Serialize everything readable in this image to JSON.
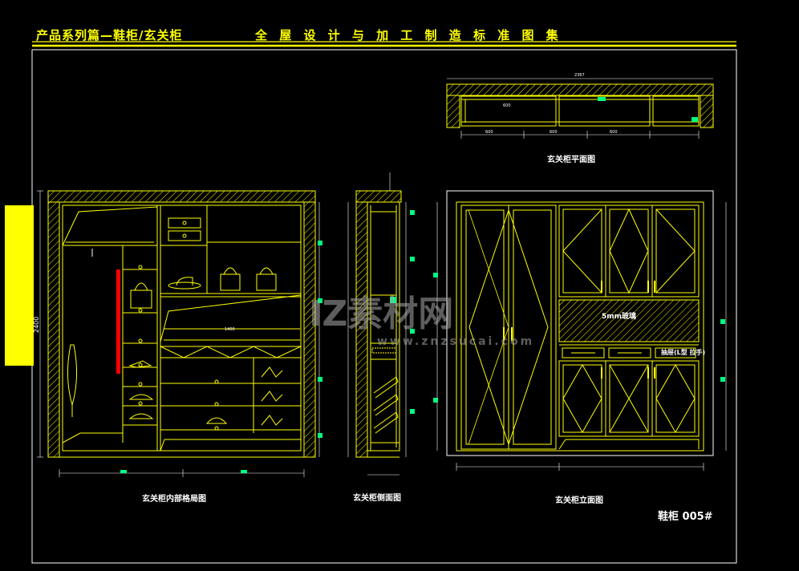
{
  "header": {
    "left_title": "产品系列篇—鞋柜/玄关柜",
    "center_title": "全 屋 设 计 与 加 工 制 造 标 准 图 集"
  },
  "drawings": {
    "plan": {
      "caption": "玄关柜平面图",
      "dims": [
        "2367",
        "600",
        "600",
        "600",
        "600"
      ]
    },
    "interior": {
      "caption": "玄关柜内部格局图",
      "height": "2400",
      "width_dim": "1400"
    },
    "section": {
      "caption": "玄关柜侧面图"
    },
    "elevation": {
      "caption": "玄关柜立面图",
      "glass_label": "5mm玻璃",
      "drawer_label": "抽屉(L型\n拉手)"
    }
  },
  "drawing_code": "鞋柜 005#",
  "watermark": {
    "text": "IZ素材网",
    "sub": "www.znzsucai.com"
  },
  "colors": {
    "background": "#000000",
    "frame": "#ffff00",
    "hatch": "#ffff00",
    "text": "#ffffff",
    "accent_bar": "#ffff00",
    "red_rod": "#ff0000",
    "dim_green": "#00ff7f"
  }
}
